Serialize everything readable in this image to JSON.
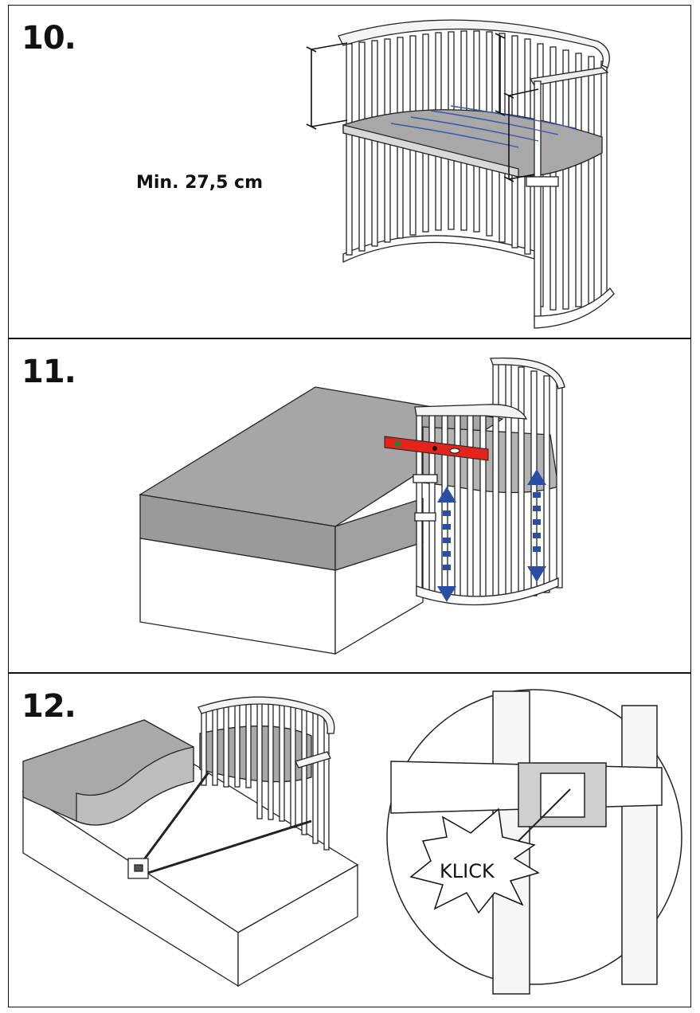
{
  "steps": [
    {
      "number": "10.",
      "note": "Min. 27,5 cm"
    },
    {
      "number": "11."
    },
    {
      "number": "12.",
      "callout": "KLICK"
    }
  ],
  "colors": {
    "line": "#222222",
    "mattress": "#a9a9a9",
    "level": "#e3241b",
    "arrow": "#2a4ea3",
    "slot": "#3a57a8"
  },
  "icons": [
    "crib-illustration",
    "dimension-bracket-icon",
    "spirit-level-icon",
    "height-arrow-icon",
    "bed-illustration",
    "strap-illustration",
    "buckle-icon",
    "klick-burst-icon"
  ]
}
